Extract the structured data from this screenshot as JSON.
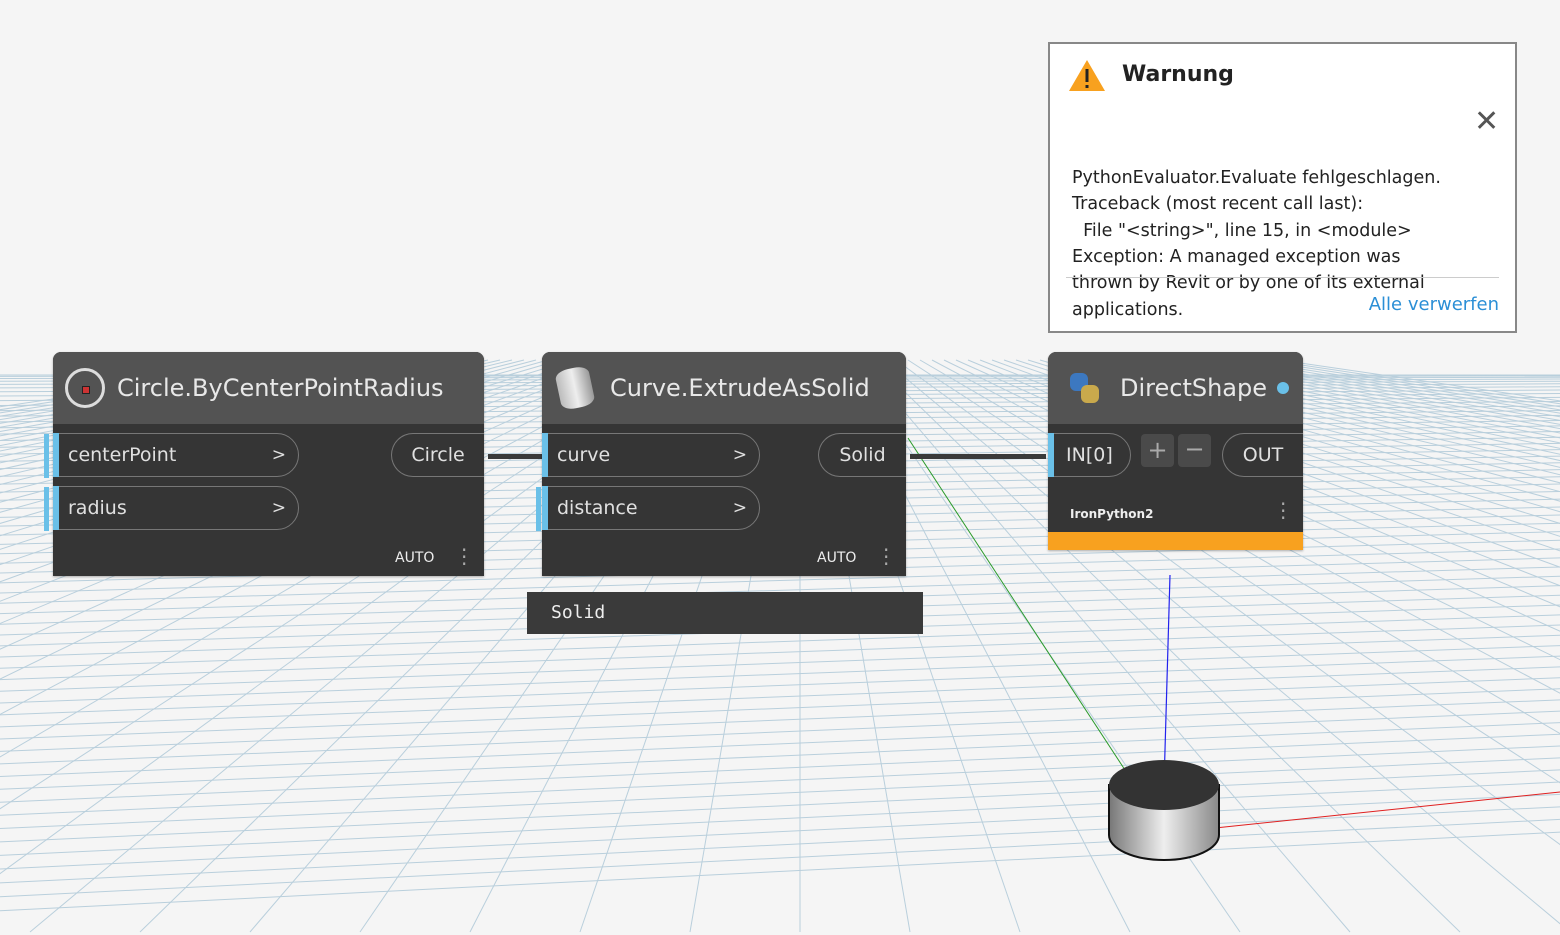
{
  "nodes": {
    "circle": {
      "title": "Circle.ByCenterPointRadius",
      "inputs": [
        "centerPoint",
        "radius"
      ],
      "output": "Circle",
      "lacing": "AUTO",
      "chevron": ">"
    },
    "extrude": {
      "title": "Curve.ExtrudeAsSolid",
      "inputs": [
        "curve",
        "distance"
      ],
      "output": "Solid",
      "lacing": "AUTO",
      "chevron": ">",
      "preview": "Solid"
    },
    "directshape": {
      "title": "DirectShape",
      "input": "IN[0]",
      "add": "+",
      "remove": "−",
      "output": "OUT",
      "engine": "IronPython2"
    }
  },
  "warning": {
    "title": "Warnung",
    "message": [
      "PythonEvaluator.Evaluate fehlgeschlagen.",
      "Traceback (most recent call last):",
      "  File \"<string>\", line 15, in <module>",
      "Exception: A managed exception was",
      "thrown by Revit or by one of its external",
      "applications."
    ],
    "dismiss_all": "Alle verwerfen"
  },
  "colors": {
    "accent": "#6ac0e8",
    "warning": "#f8a11f",
    "header": "#535353",
    "body": "#353535"
  }
}
